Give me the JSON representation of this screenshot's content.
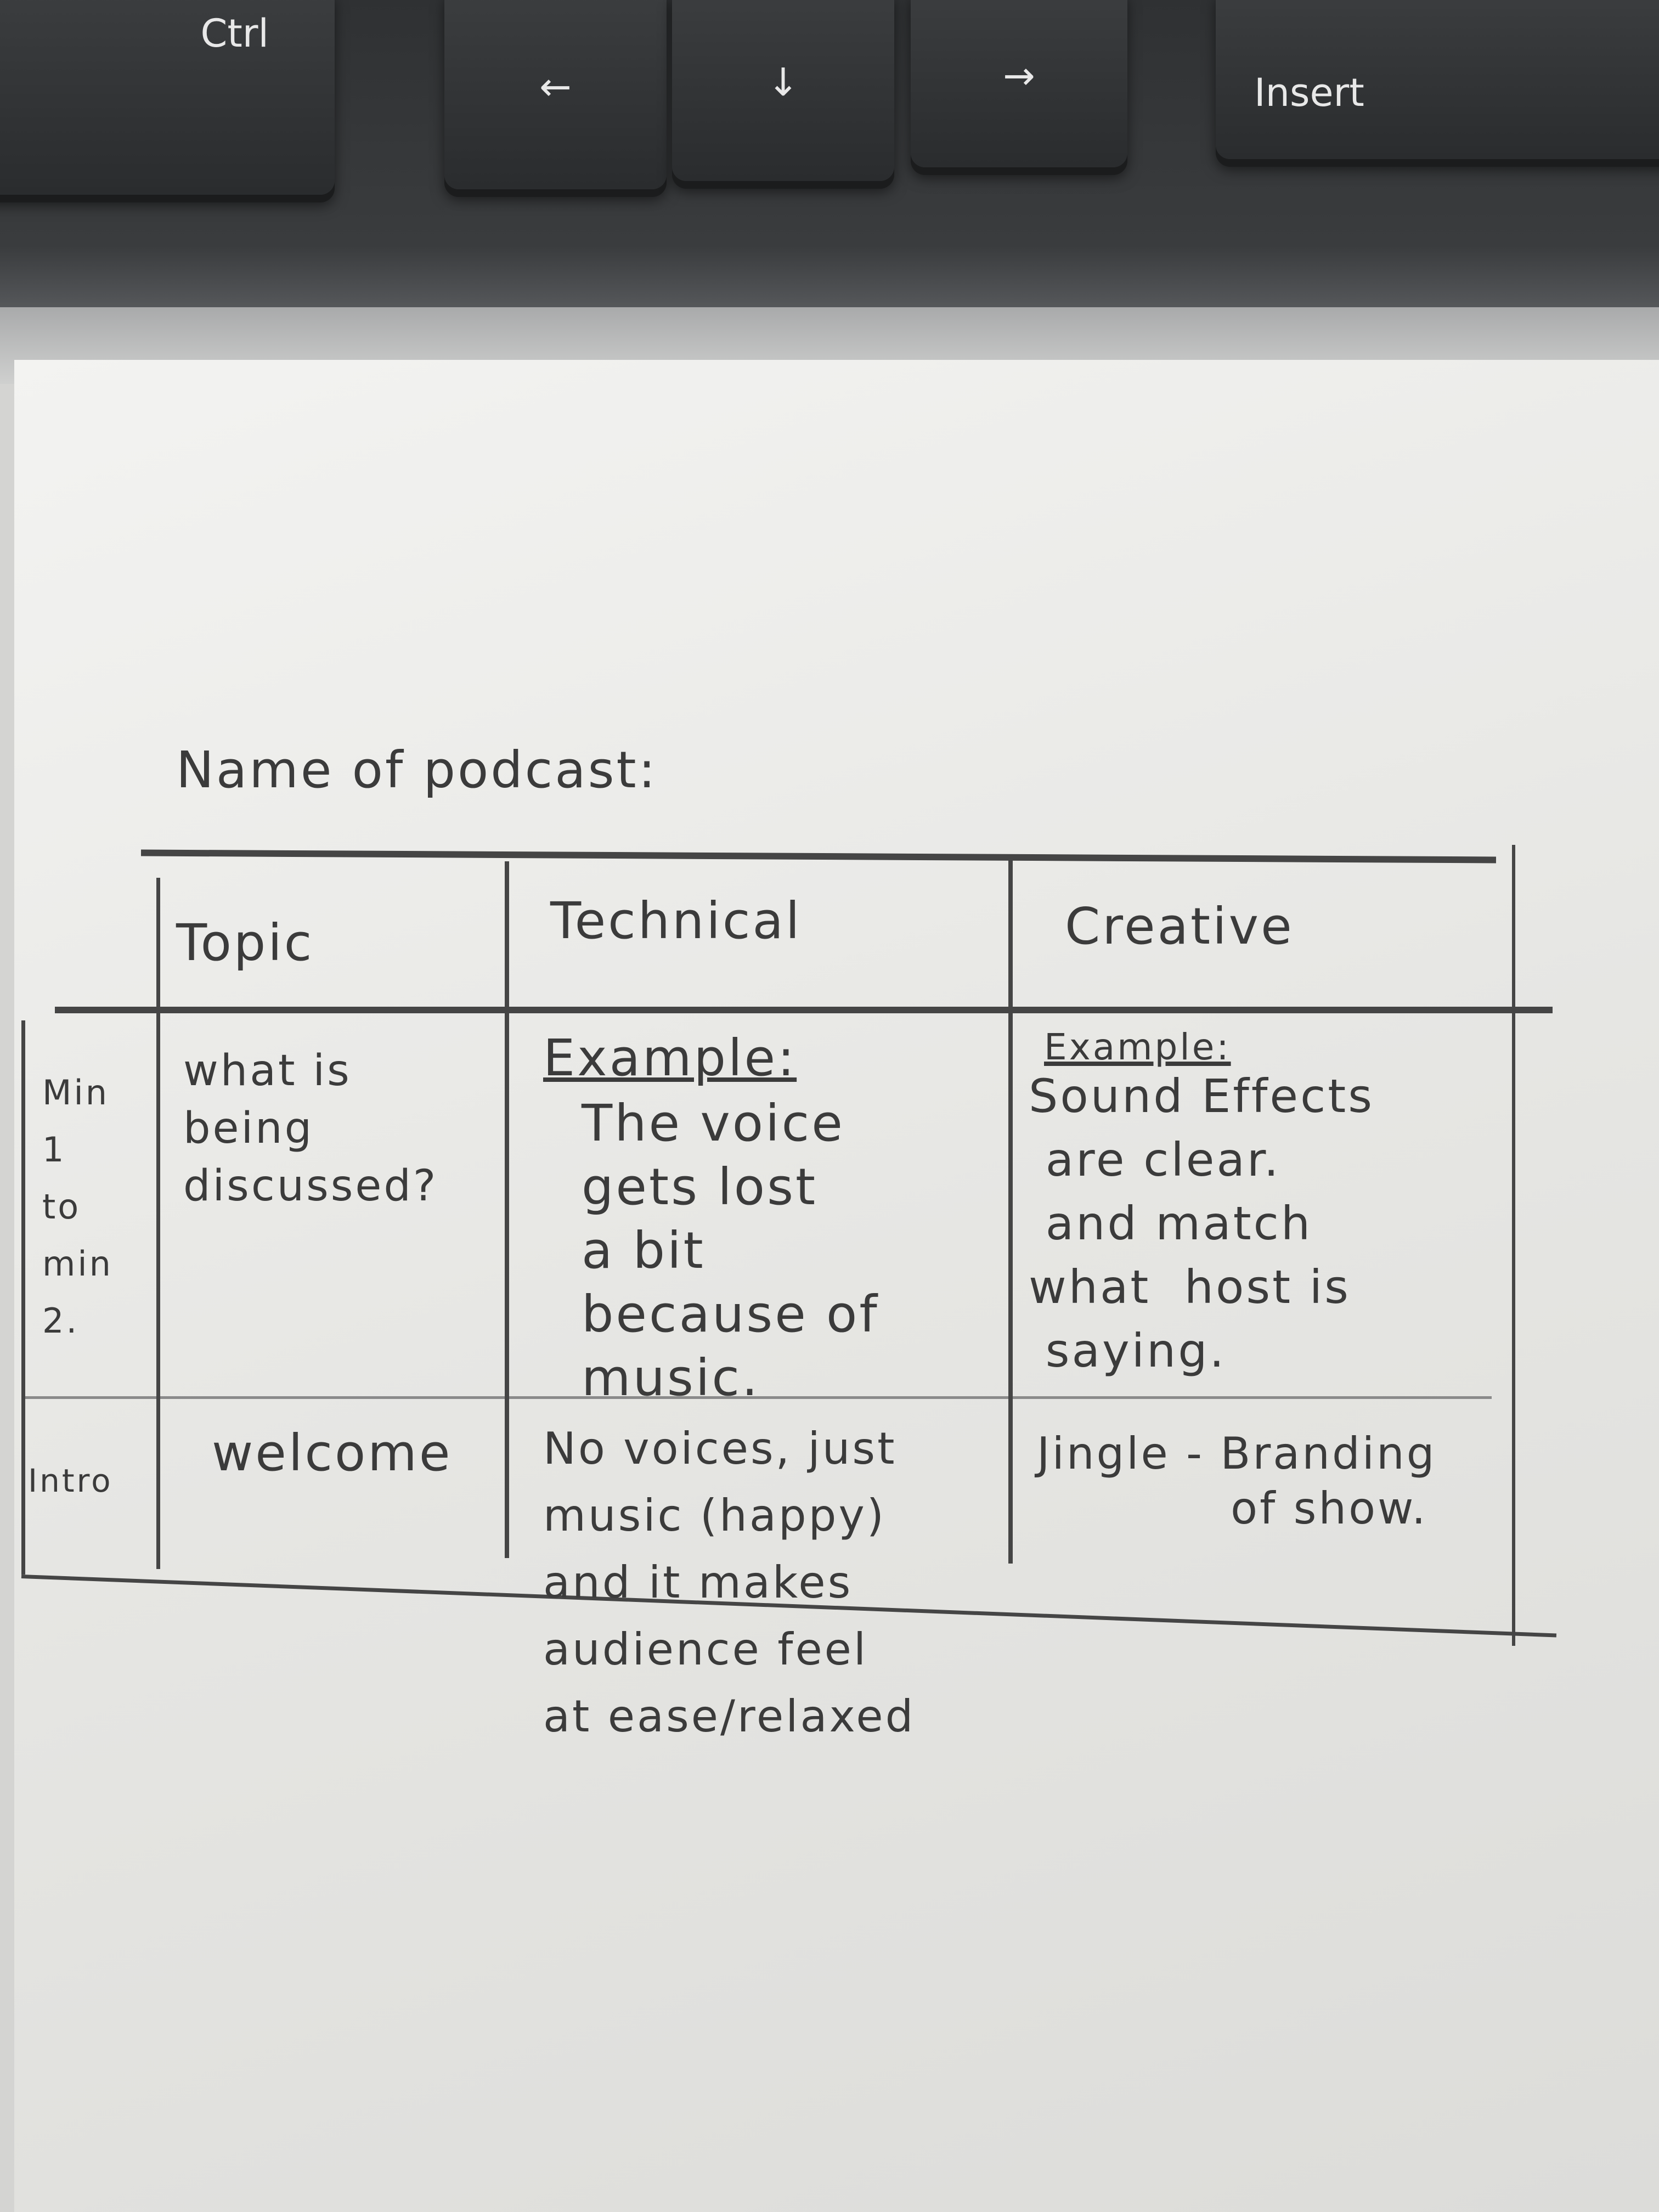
{
  "keyboard": {
    "keys": [
      {
        "label": "Ctrl",
        "icon": ""
      },
      {
        "label": "",
        "icon": "arrow-left-icon",
        "glyph": "←"
      },
      {
        "label": "",
        "icon": "arrow-down-icon",
        "glyph": "↓"
      },
      {
        "label": "",
        "icon": "arrow-right-icon",
        "glyph": "→"
      },
      {
        "label": "Insert",
        "icon": ""
      }
    ]
  },
  "sheet": {
    "title": "Name of podcast:",
    "headers": [
      "Topic",
      "Technical",
      "Creative"
    ],
    "rows": [
      {
        "label": "Min\n1\nto\nmin\n2.",
        "topic": "what is\nbeing\ndiscussed?",
        "technical_heading": "Example:",
        "technical": "The voice\ngets lost\na bit\nbecause of\nmusic.",
        "creative_heading": "Example:",
        "creative": "Sound Effects\n are clear.\n and match\nwhat  host is\n saying."
      },
      {
        "label": "Intro",
        "topic": "welcome",
        "technical": "No voices, just\nmusic (happy)\nand it makes\naudience feel\nat ease/relaxed",
        "creative": "Jingle - Branding\n            of show."
      }
    ]
  }
}
